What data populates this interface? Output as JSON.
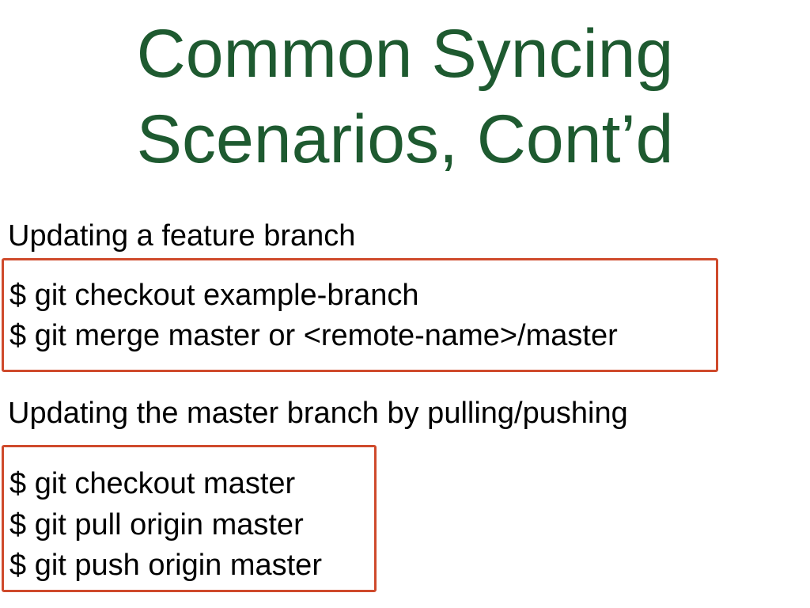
{
  "slide": {
    "title_lines": [
      "Common Syncing",
      "Scenarios, Cont’d"
    ],
    "title_color": "#1e5a30",
    "box_border_color": "#cf4a2c",
    "sections": [
      {
        "label": "Updating a feature branch",
        "commands": [
          "$ git checkout example-branch",
          "$ git merge master or <remote-name>/master"
        ]
      },
      {
        "label": "Updating the master branch by pulling/pushing",
        "commands": [
          "$ git checkout master",
          "$ git pull origin master",
          "$ git push origin master"
        ]
      }
    ]
  }
}
